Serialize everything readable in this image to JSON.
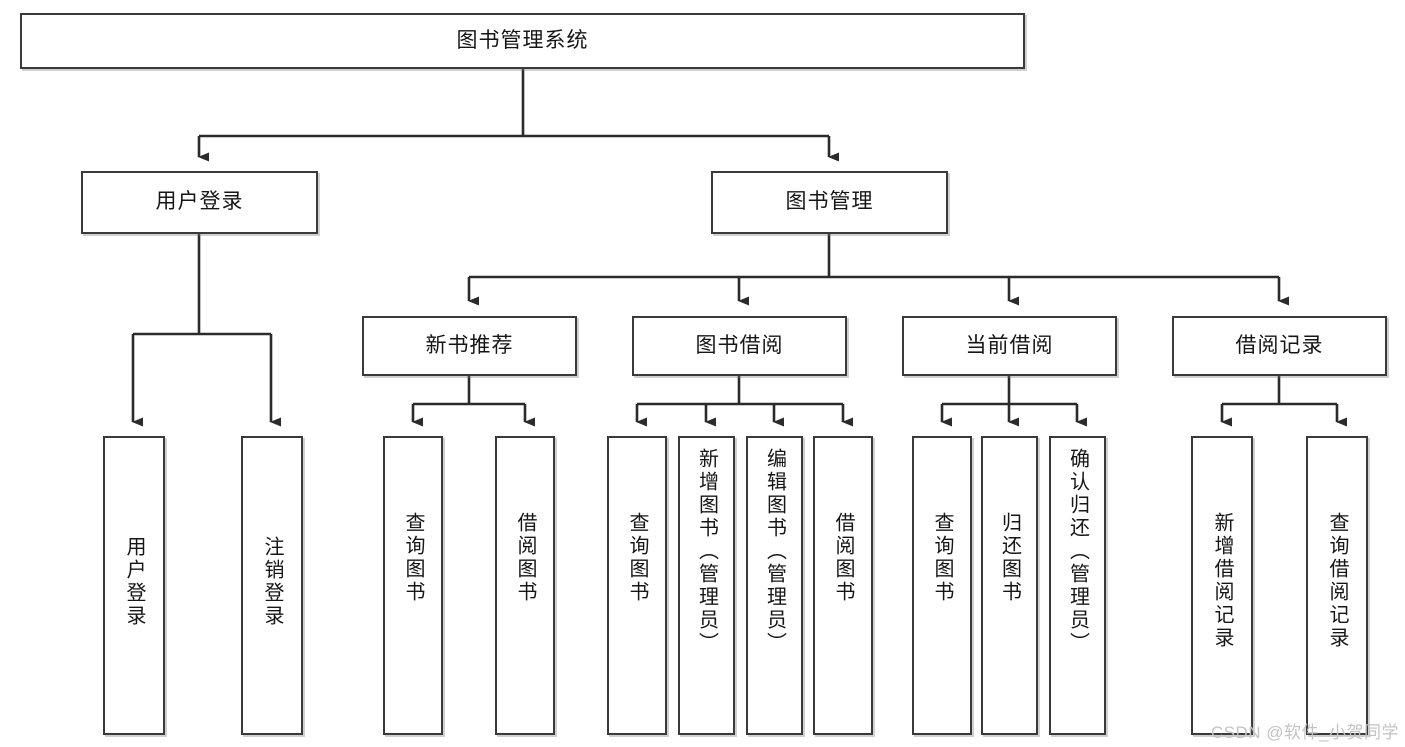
{
  "diagram": {
    "title": "图书管理系统",
    "type": "hierarchy-tree",
    "watermark": "CSDN @软件_小贺同学",
    "colors": {
      "background": "#ffffff",
      "box_border": "#3a3a3a",
      "box_fill": "#ffffff",
      "connector": "#2b2b2b",
      "text": "#161616",
      "watermark": "#c3c3c3"
    },
    "root": {
      "label": "图书管理系统"
    },
    "level1": [
      {
        "label": "用户登录"
      },
      {
        "label": "图书管理"
      }
    ],
    "level2": [
      {
        "label": "新书推荐"
      },
      {
        "label": "图书借阅"
      },
      {
        "label": "当前借阅"
      },
      {
        "label": "借阅记录"
      }
    ],
    "leaves": {
      "user_login": [
        {
          "label": "用户登录"
        },
        {
          "label": "注销登录"
        }
      ],
      "new_book_recommend": [
        {
          "label": "查询图书"
        },
        {
          "label": "借阅图书"
        }
      ],
      "book_borrow": [
        {
          "label": "查询图书"
        },
        {
          "label": "新增图书（管理员）"
        },
        {
          "label": "编辑图书（管理员）"
        },
        {
          "label": "借阅图书"
        }
      ],
      "current_borrow": [
        {
          "label": "查询图书"
        },
        {
          "label": "归还图书"
        },
        {
          "label": "确认归还（管理员）"
        }
      ],
      "borrow_record": [
        {
          "label": "新增借阅记录"
        },
        {
          "label": "查询借阅记录"
        }
      ]
    }
  }
}
